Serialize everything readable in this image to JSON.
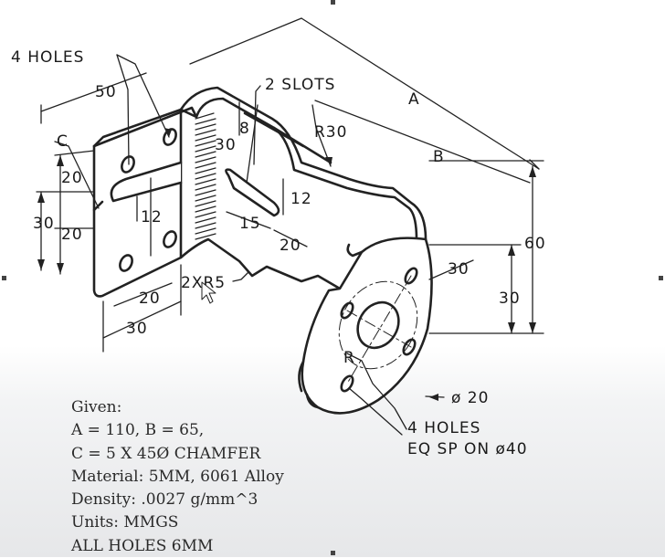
{
  "callouts": {
    "four_holes_top": "4 HOLES",
    "two_slots": "2 SLOTS",
    "r30": "R30",
    "a": "A",
    "b": "B",
    "c": "C",
    "d50": "50",
    "d30_slot": "30",
    "d8": "8",
    "d20_top": "20",
    "d20_mid": "20",
    "d30_left": "30",
    "d12_left": "12",
    "d12_slot": "12",
    "d15": "15",
    "d20_slot": "20",
    "d20_bottom": "20",
    "d30_bottom": "30",
    "two_r5": "2XR5",
    "d60": "60",
    "d30_right": "30",
    "d30_flange": "30",
    "r": "R",
    "phi20": "ø 20",
    "four_holes_bottom_1": "4 HOLES",
    "four_holes_bottom_2": "EQ SP ON ø40"
  },
  "given": {
    "line1": "Given:",
    "line2": "A = 110, B = 65,",
    "line3": "C = 5 X 45Ø CHAMFER",
    "line4": "Material: 5MM, 6061 Alloy",
    "line5": "Density: .0027 g/mm^3",
    "line6": "Units: MMGS",
    "line7": "ALL HOLES 6MM"
  }
}
